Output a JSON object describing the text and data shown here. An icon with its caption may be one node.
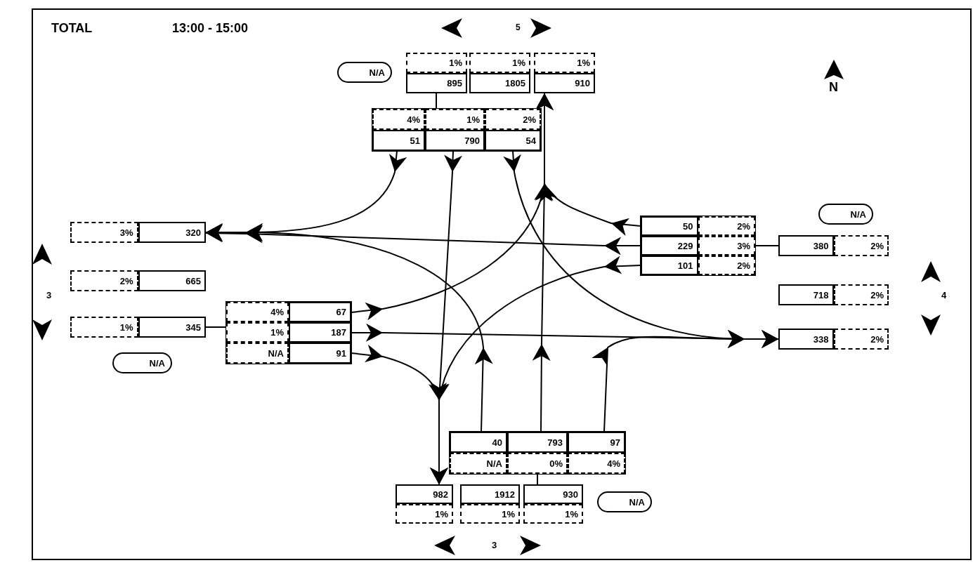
{
  "diagram": {
    "title": "TOTAL",
    "nodes": [
      {
        "text": [
          "N/A"
        ]
      },
      {
        "text": [
          "1%",
          "895"
        ]
      },
      {
        "text": [
          "1%",
          "1805"
        ]
      },
      {
        "text": [
          "1%",
          "910"
        ]
      },
      {
        "text": [],
        "shape": "box"
      },
      {
        "text": [
          "4%",
          "51"
        ],
        "in": 4
      },
      {
        "text": [
          "1%",
          "790"
        ],
        "in": 4
      },
      {
        "text": [
          "2%",
          "54"
        ],
        "in": 4
      },
      {
        "text": [
          "3%",
          "320"
        ]
      },
      {
        "text": [
          "2%",
          "665"
        ]
      },
      {
        "text": [
          "1%",
          "345"
        ]
      },
      {
        "text": [],
        "shape": "box"
      },
      {
        "text": [
          "4%",
          "67"
        ],
        "in": 11
      },
      {
        "text": [
          "1%",
          "187"
        ],
        "in": 11
      },
      {
        "text": [
          "N/A",
          "91"
        ],
        "in": 11
      },
      {
        "text": [
          "N/A"
        ]
      },
      {
        "text": [
          "N/A"
        ]
      },
      {
        "text": [],
        "shape": "box"
      },
      {
        "text": [
          "50",
          "2%"
        ],
        "in": 17
      },
      {
        "text": [
          "229",
          "3%"
        ],
        "in": 17
      },
      {
        "text": [
          "101",
          "2%"
        ],
        "in": 17
      },
      {
        "text": [
          "380",
          "2%"
        ]
      },
      {
        "text": [
          "718",
          "2%"
        ]
      },
      {
        "text": [
          "338",
          "2%"
        ]
      },
      {
        "text": [],
        "shape": "box"
      },
      {
        "text": [
          "40",
          "N/A"
        ],
        "in": 24
      },
      {
        "text": [
          "793",
          "0%"
        ],
        "in": 24
      },
      {
        "text": [
          "97",
          "4%"
        ],
        "in": 24
      },
      {
        "text": [
          "982",
          "1%"
        ]
      },
      {
        "text": [
          "1912",
          "1%"
        ]
      },
      {
        "text": [
          "930",
          "1%"
        ]
      },
      {
        "text": [
          "N/A"
        ]
      }
    ],
    "edges": [
      {
        "from": 1,
        "to": 4,
        "arrow": "none"
      },
      {
        "from": 10,
        "to": 11,
        "arrow": "none"
      },
      {
        "from": 17,
        "to": 21,
        "arrow": "none"
      },
      {
        "from": 24,
        "to": 30,
        "arrow": "none"
      },
      {
        "from": 5,
        "to": 8,
        "arrow": "to"
      },
      {
        "from": 6,
        "to": 28,
        "arrow": "to"
      },
      {
        "from": 7,
        "to": 23,
        "arrow": "to"
      },
      {
        "from": 18,
        "to": 3,
        "arrow": "to"
      },
      {
        "from": 19,
        "to": 8,
        "arrow": "to"
      },
      {
        "from": 20,
        "to": 28,
        "arrow": "to"
      },
      {
        "from": 12,
        "to": 3,
        "arrow": "to"
      },
      {
        "from": 13,
        "to": 23,
        "arrow": "to"
      },
      {
        "from": 14,
        "to": 28,
        "arrow": "to"
      },
      {
        "from": 25,
        "to": 8,
        "arrow": "to"
      },
      {
        "from": 26,
        "to": 3,
        "arrow": "to"
      },
      {
        "from": 27,
        "to": 23,
        "arrow": "to"
      }
    ],
    "labels": [
      "13:00 - 15:00",
      "5",
      "N",
      "3",
      "4",
      "3"
    ]
  }
}
